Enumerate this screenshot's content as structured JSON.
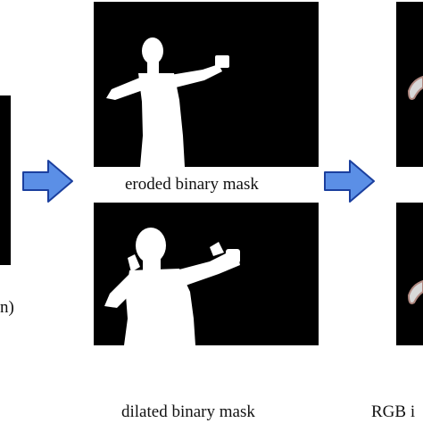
{
  "captions": {
    "eroded": "eroded binary mask",
    "dilated": "dilated binary mask",
    "left_partial": "n)",
    "right_partial": "RGB i"
  },
  "icons": {
    "arrow_left": "right-arrow-icon",
    "arrow_right": "right-arrow-icon"
  },
  "colors": {
    "arrow_fill": "#5b8fe6",
    "arrow_stroke": "#1b3f9e",
    "mask_bg": "#000000",
    "mask_fg": "#ffffff"
  }
}
